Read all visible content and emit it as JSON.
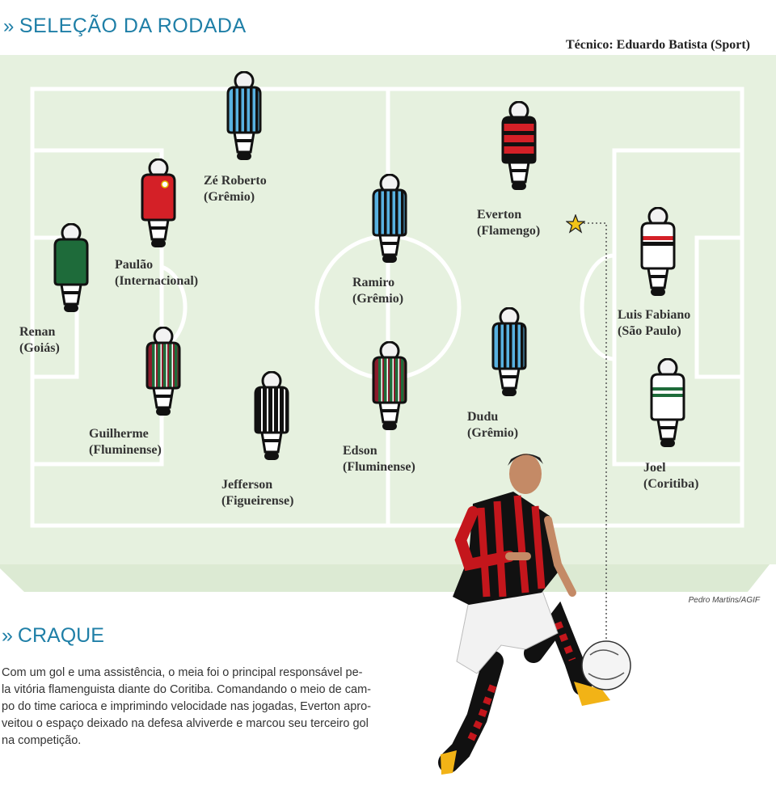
{
  "header": {
    "title": "SELEÇÃO DA RODADA",
    "chevron": "»"
  },
  "coach": {
    "text": "Técnico: Eduardo Batista (Sport)"
  },
  "players": [
    {
      "name": "Renan",
      "club": "(Goiás)",
      "kit": "goias"
    },
    {
      "name": "Paulão",
      "club": "(Internacional)",
      "kit": "internacional"
    },
    {
      "name": "Zé Roberto",
      "club": "(Grêmio)",
      "kit": "gremio"
    },
    {
      "name": "Guilherme",
      "club": "(Fluminense)",
      "kit": "fluminense"
    },
    {
      "name": "Jefferson",
      "club": "(Figueirense)",
      "kit": "figueirense"
    },
    {
      "name": "Ramiro",
      "club": "(Grêmio)",
      "kit": "gremio"
    },
    {
      "name": "Edson",
      "club": "(Fluminense)",
      "kit": "fluminense"
    },
    {
      "name": "Everton",
      "club": "(Flamengo)",
      "kit": "flamengo"
    },
    {
      "name": "Dudu",
      "club": "(Grêmio)",
      "kit": "gremio"
    },
    {
      "name": "Luis Fabiano",
      "club": "(São Paulo)",
      "kit": "saopaulo"
    },
    {
      "name": "Joel",
      "club": "(Coritiba)",
      "kit": "coritiba"
    }
  ],
  "star_icon": "star-icon",
  "photo_credit": "Pedro Martins/AGIF",
  "craque": {
    "title": "CRAQUE",
    "chevron": "»",
    "lines": [
      "Com um gol e uma assistência, o meia foi o principal responsável pe-",
      "la vitória flamenguista diante do Coritiba. Comandando o meio de cam-",
      "po do time carioca e imprimindo velocidade nas jogadas, Everton apro-",
      "veitou o espaço deixado na defesa alviverde e marcou seu terceiro gol",
      "na competição."
    ]
  },
  "colors": {
    "accent": "#1f7fa7",
    "pitch": "#e6f1df",
    "pitch_base": "#d9ead0",
    "lines": "#ffffff"
  }
}
